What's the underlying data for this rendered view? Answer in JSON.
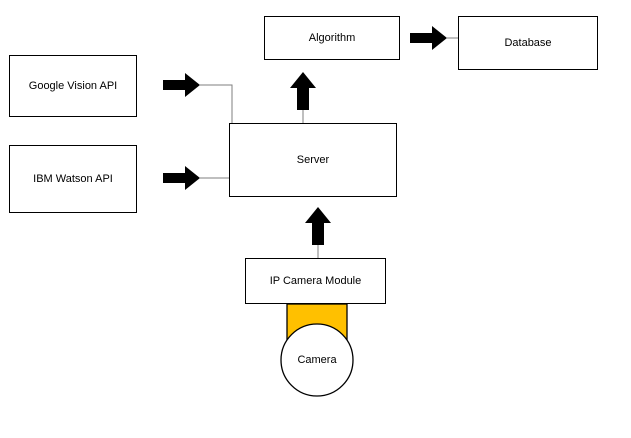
{
  "nodes": {
    "algorithm": "Algorithm",
    "database": "Database",
    "google_vision": "Google Vision API",
    "ibm_watson": "IBM Watson API",
    "server": "Server",
    "ip_camera_module": "IP Camera Module",
    "camera": "Camera"
  },
  "edges": [
    {
      "from": "google_vision",
      "to": "server"
    },
    {
      "from": "ibm_watson",
      "to": "server"
    },
    {
      "from": "server",
      "to": "algorithm"
    },
    {
      "from": "algorithm",
      "to": "database"
    },
    {
      "from": "ip_camera_module",
      "to": "server"
    }
  ],
  "colors": {
    "camera_mount": "#FFC000",
    "arrow": "#000000",
    "connector_line": "#7f7f7f"
  }
}
